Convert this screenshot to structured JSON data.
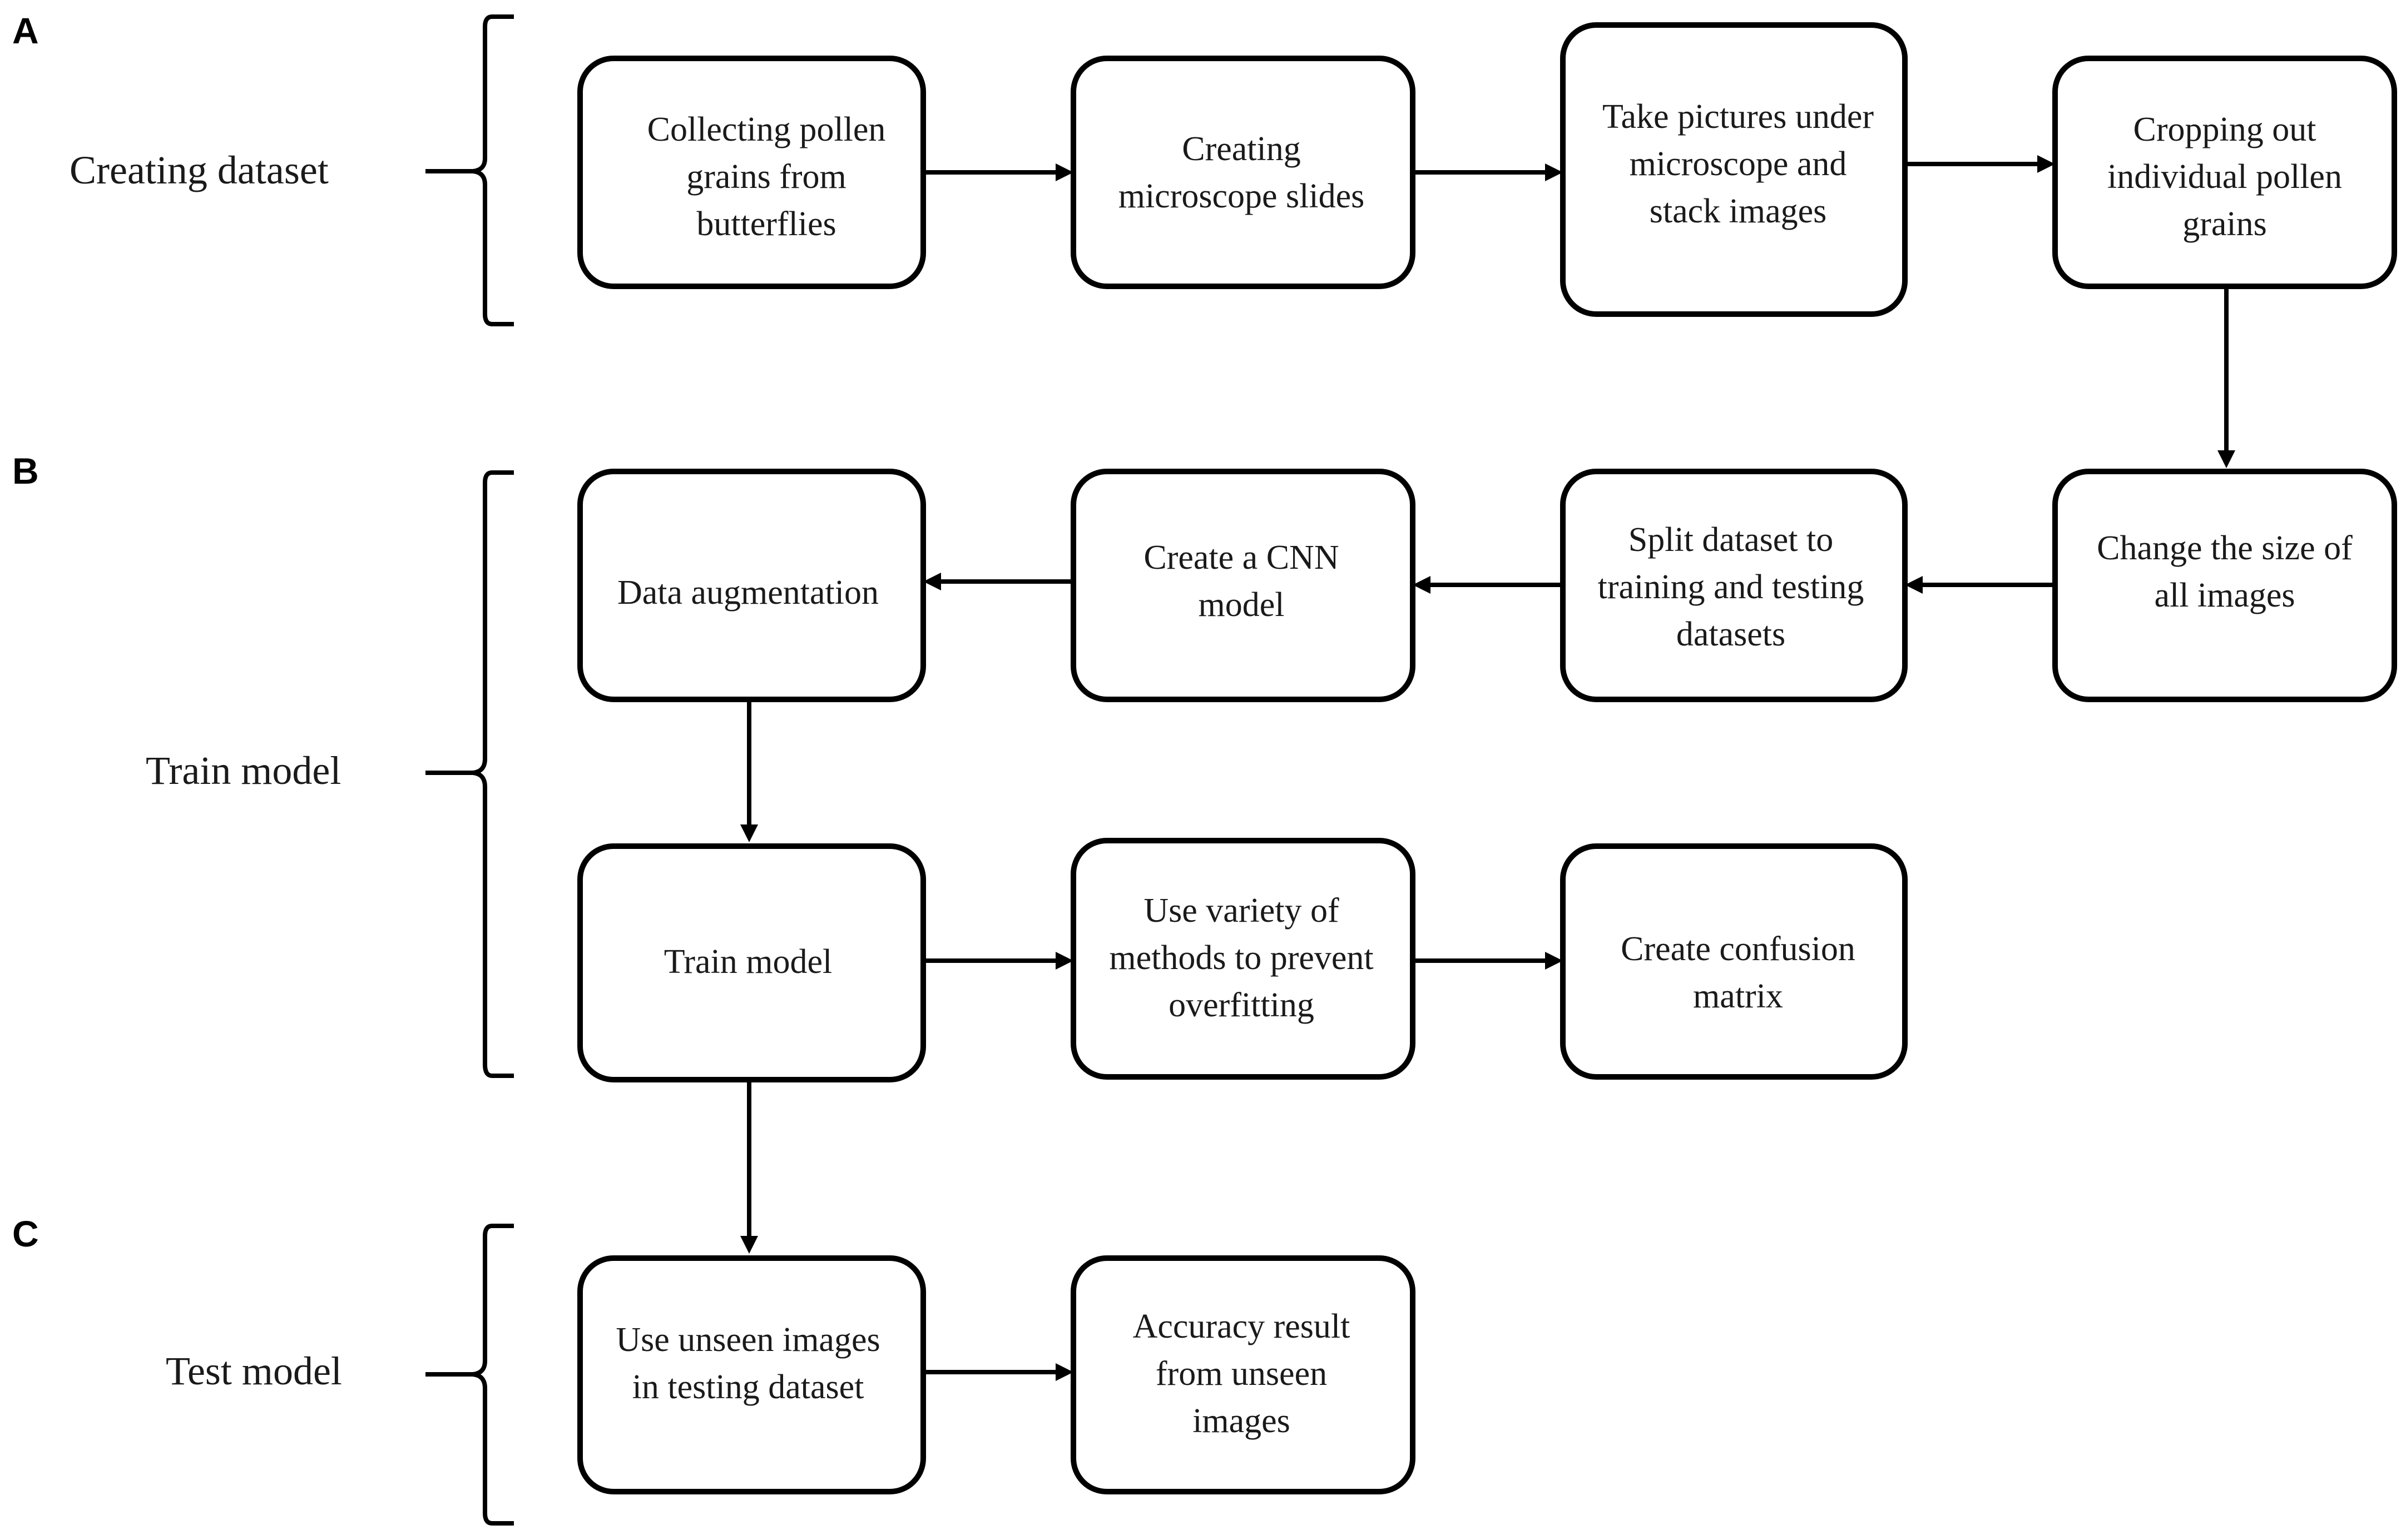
{
  "panels": [
    {
      "letter": "A",
      "label": "Creating dataset"
    },
    {
      "letter": "B",
      "label": "Train model"
    },
    {
      "letter": "C",
      "label": "Test model"
    }
  ],
  "boxes": {
    "collect": [
      "Collecting pollen",
      "grains from",
      "butterflies"
    ],
    "slides": [
      "Creating",
      "microscope slides"
    ],
    "pictures": [
      "Take pictures under",
      "microscope and",
      "stack images"
    ],
    "crop": [
      "Cropping out",
      "individual pollen",
      "grains"
    ],
    "resize": [
      "Change the size of",
      "all images"
    ],
    "split": [
      "Split dataset to",
      "training and testing",
      "datasets"
    ],
    "cnn": [
      "Create a CNN",
      "model"
    ],
    "augment": [
      "Data augmentation"
    ],
    "train": [
      "Train model"
    ],
    "overfit": [
      "Use variety of",
      "methods to prevent",
      "overfitting"
    ],
    "confusion": [
      "Create confusion",
      "matrix"
    ],
    "unseen": [
      "Use unseen images",
      "in testing dataset"
    ],
    "accuracy": [
      "Accuracy result",
      "from unseen",
      "images"
    ]
  }
}
